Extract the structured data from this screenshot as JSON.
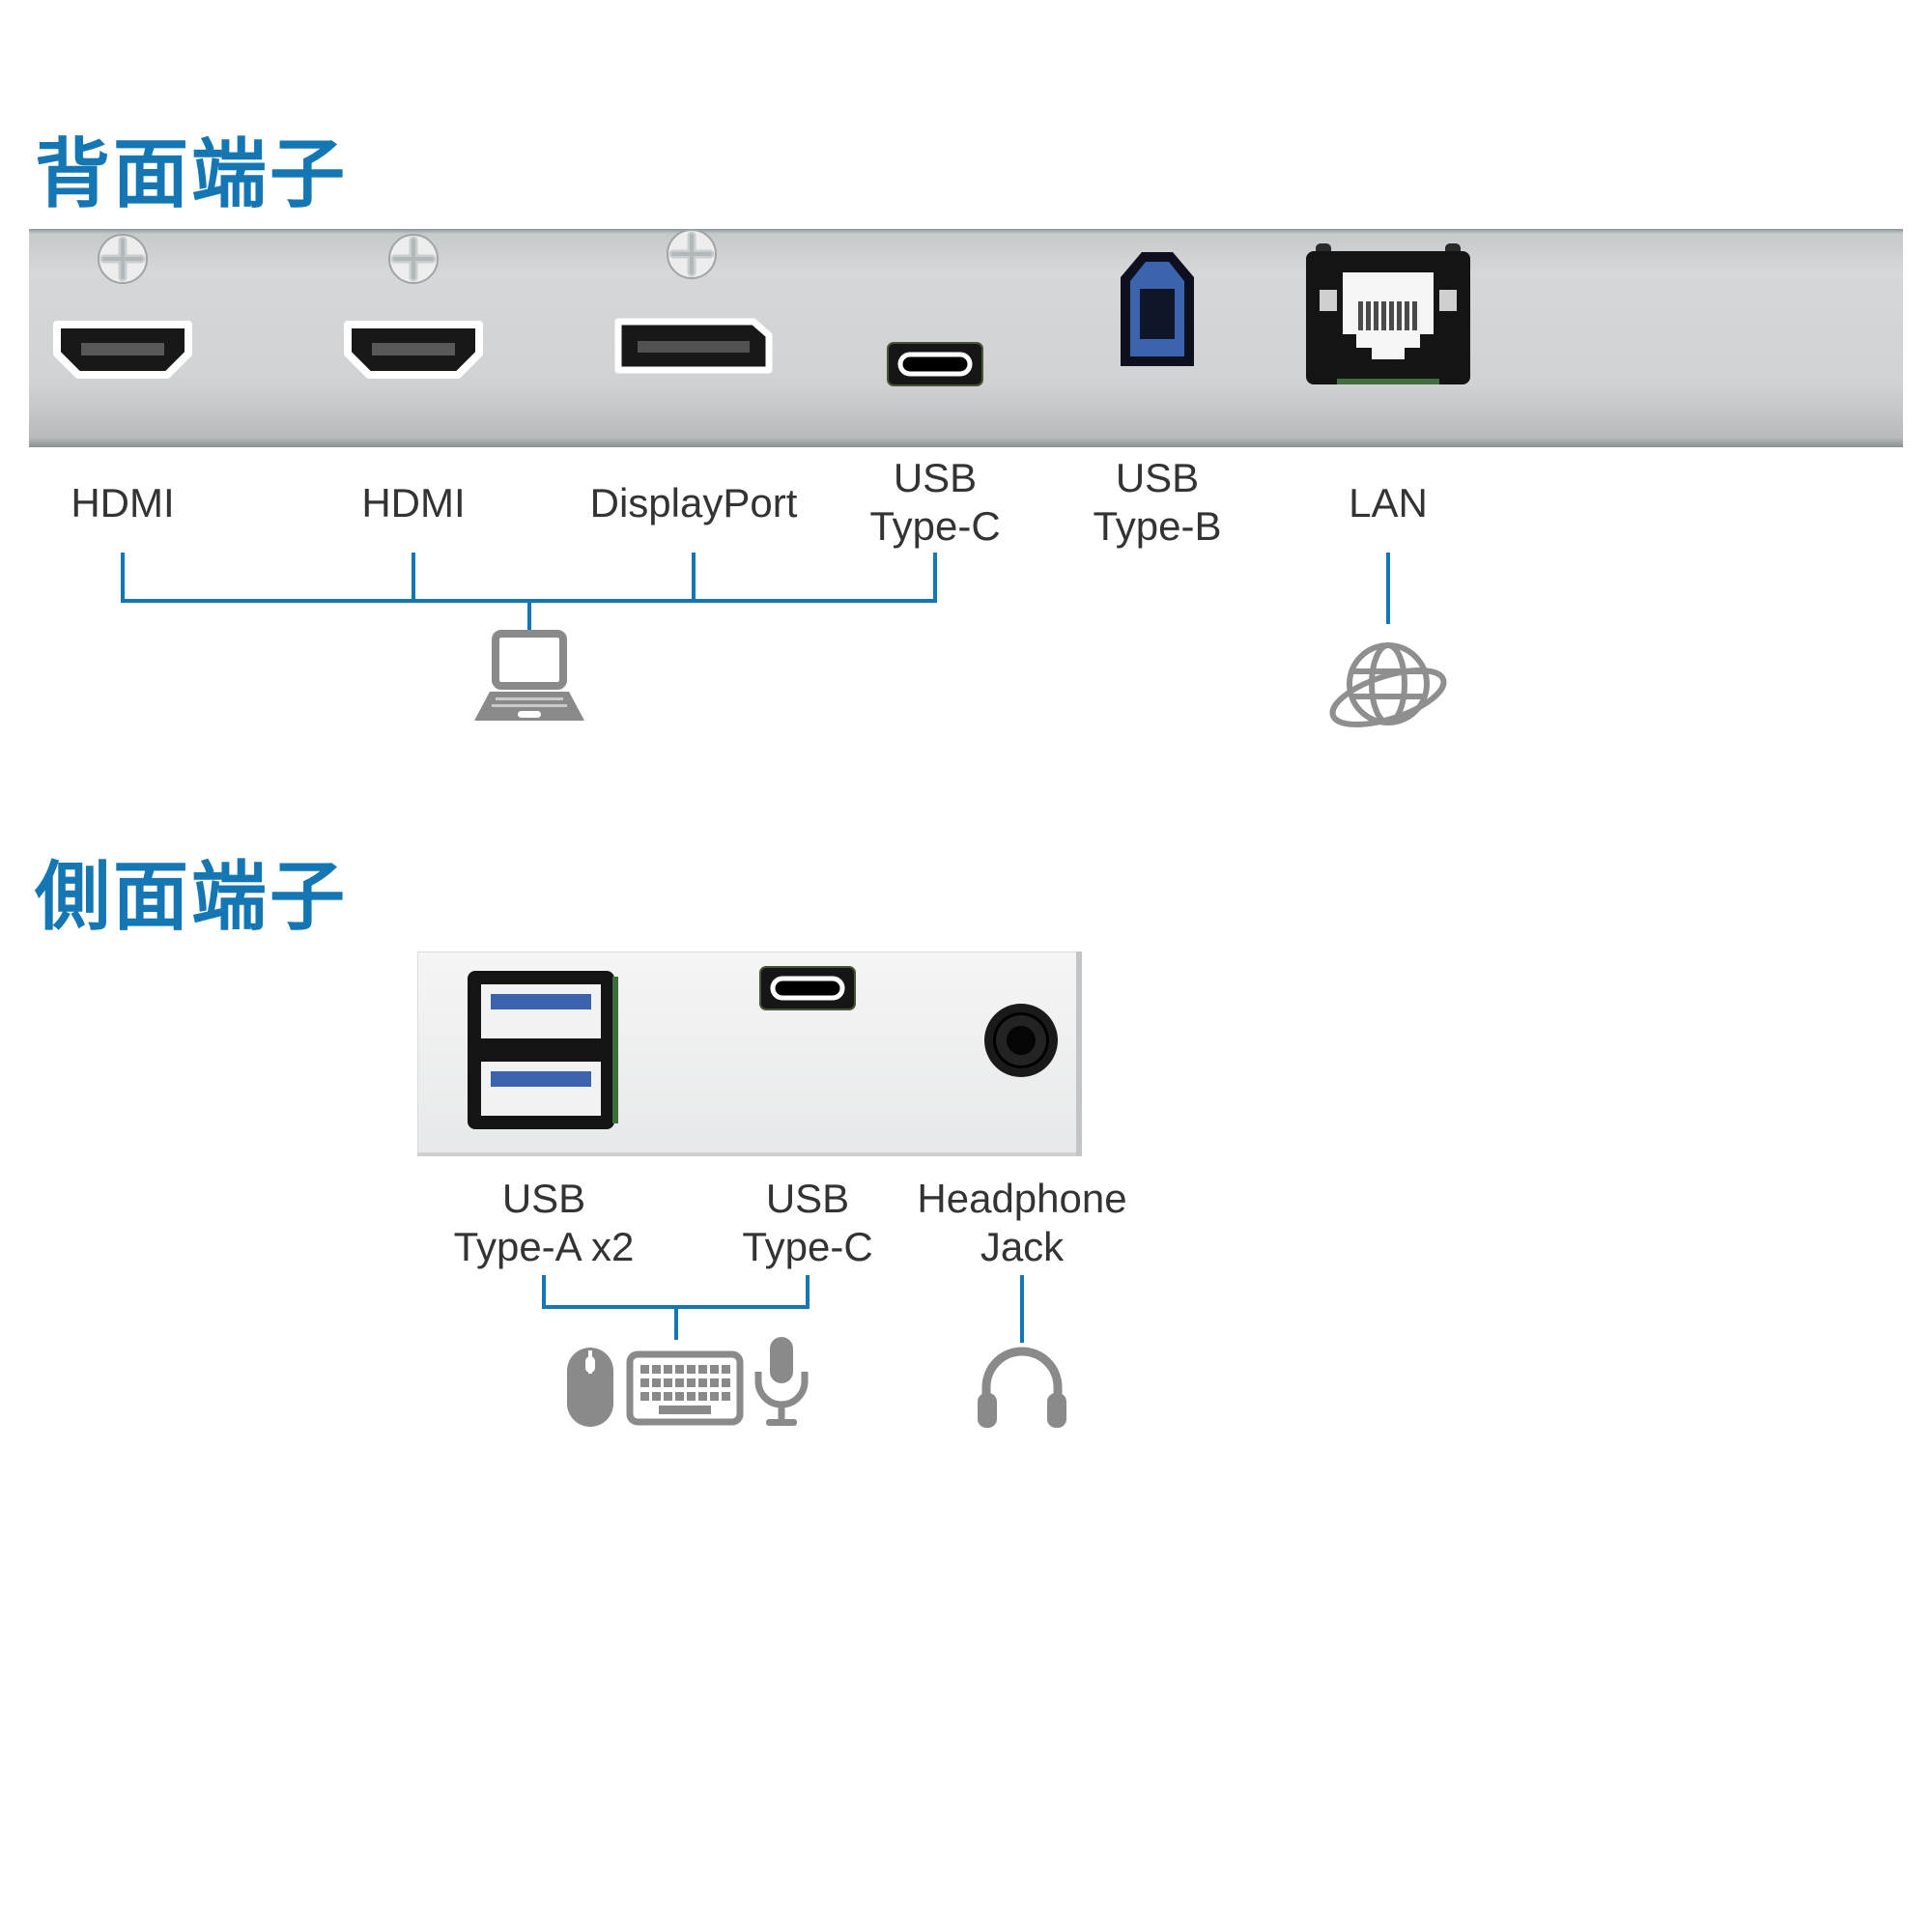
{
  "colors": {
    "accent_blue": "#1576b4",
    "label_text": "#333333",
    "icon_gray": "#8a8a8a",
    "panel_silver": "#d0d2d4",
    "usb_blue": "#3c64ae"
  },
  "rear": {
    "title": "背面端子",
    "ports": {
      "hdmi1": {
        "label": "HDMI"
      },
      "hdmi2": {
        "label": "HDMI"
      },
      "displayport": {
        "label": "DisplayPort"
      },
      "usb_type_c": {
        "label": "USB\nType-C"
      },
      "usb_type_b": {
        "label": "USB\nType-B"
      },
      "lan": {
        "label": "LAN"
      }
    },
    "connection_icons": [
      "laptop-icon",
      "globe-icon"
    ]
  },
  "side": {
    "title": "側面端子",
    "ports": {
      "usb_type_a": {
        "label": "USB\nType-A x2"
      },
      "usb_type_c": {
        "label": "USB\nType-C"
      },
      "headphone_jack": {
        "label": "Headphone\nJack"
      }
    },
    "connection_icons": [
      "mouse-icon",
      "keyboard-icon",
      "microphone-icon",
      "headphones-icon"
    ]
  }
}
